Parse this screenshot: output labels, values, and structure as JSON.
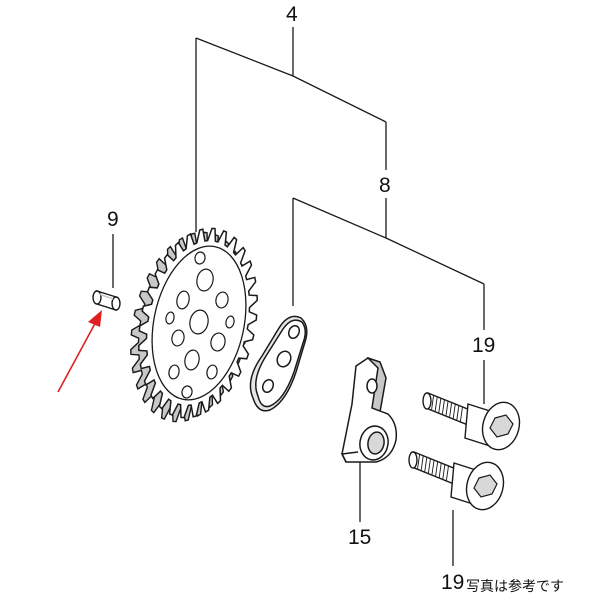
{
  "callouts": {
    "part_4": "4",
    "part_8": "8",
    "part_9": "9",
    "part_19_upper": "19",
    "part_15": "15",
    "part_19_lower": "19"
  },
  "note": "写真は参考です",
  "colors": {
    "line": "#1a1a1a",
    "arrow": "#e02020",
    "part_fill": "#ffffff",
    "shade": "#c8c8c8"
  },
  "icons": {
    "indicator": "red-arrow-icon"
  }
}
